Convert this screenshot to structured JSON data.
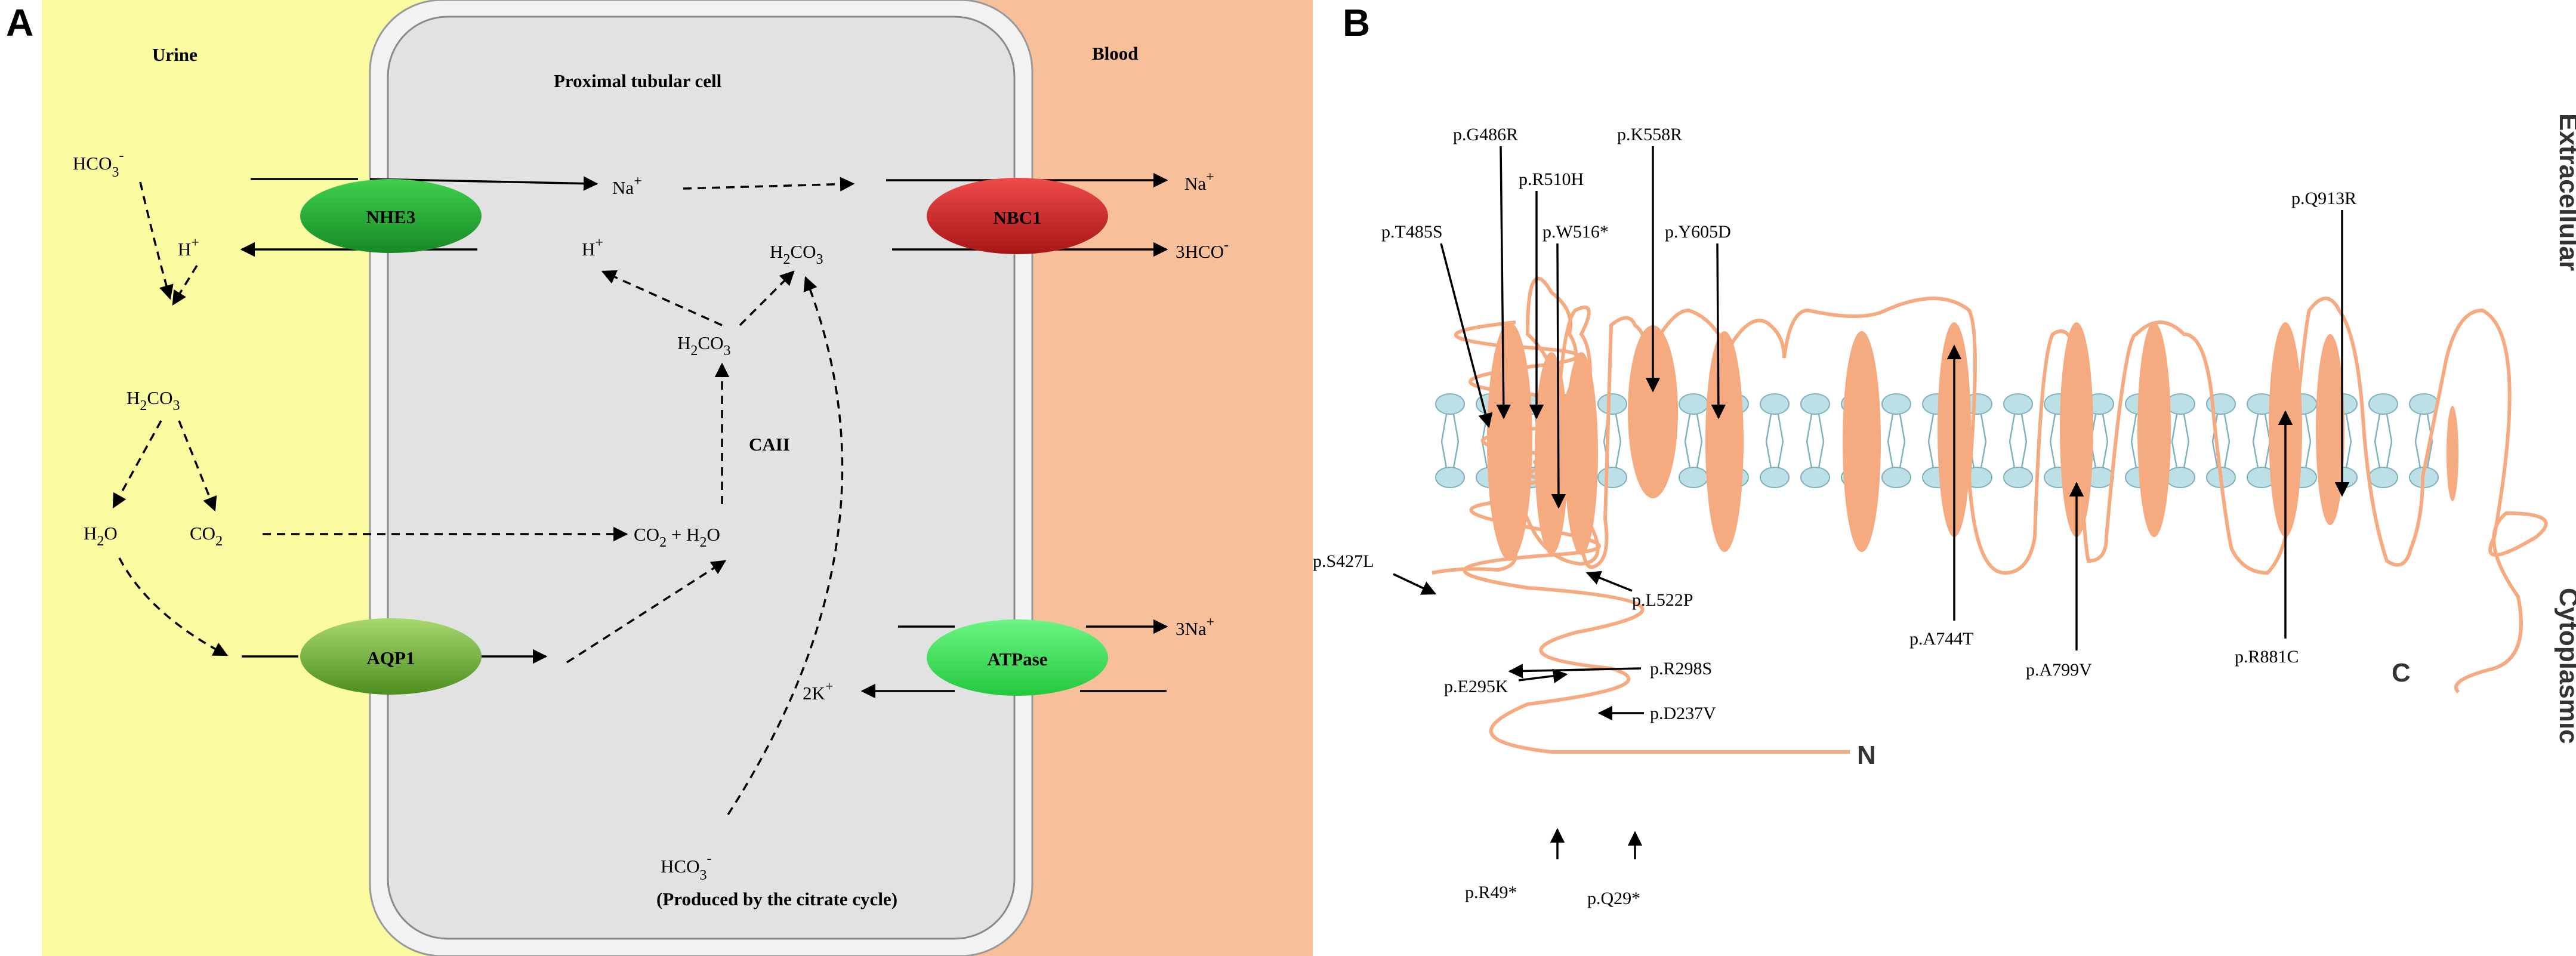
{
  "panelA": {
    "letter": "A",
    "regions": {
      "urine": "Urine",
      "cell": "Proximal tubular cell",
      "blood": "Blood"
    },
    "transporters": {
      "nhe3": "NHE3",
      "nbc1": "NBC1",
      "aqp1": "AQP1",
      "atpase": "ATPase"
    },
    "molecules": {
      "hco3_urine": "HCO",
      "h_urine": "H",
      "h2co3_urine": "H",
      "h2o_urine": "H",
      "co2_urine": "CO",
      "na_cell": "Na",
      "h_cell": "H",
      "h2co3_top": "H",
      "h2co3_mid": "H",
      "co2_h2o": "CO",
      "na_blood": "Na",
      "hco3_blood": "3HCO",
      "na3_blood": "3Na",
      "k2_blood": "2K",
      "hco3_bottom": "HCO",
      "produced_note": "(Produced by the citrate cycle)",
      "caii": "CAII"
    }
  },
  "panelB": {
    "letter": "B",
    "extracellular": "Extracellular",
    "cytoplasmic": "Cytoplasmic",
    "terminus_n": "N",
    "terminus_c": "C",
    "mutations": {
      "g486r": "p.G486R",
      "k558r": "p.K558R",
      "r510h": "p.R510H",
      "t485s": "p.T485S",
      "w516": "p.W516*",
      "y605d": "p.Y605D",
      "q913r": "p.Q913R",
      "s427l": "p.S427L",
      "l522p": "p.L522P",
      "a744t": "p.A744T",
      "a799v": "p.A799V",
      "r881c": "p.R881C",
      "r298s": "p.R298S",
      "e295k": "p.E295K",
      "d237v": "p.D237V",
      "r49": "p.R49*",
      "q29": "p.Q29*"
    }
  },
  "colors": {
    "urine_bg": "#fafaa0",
    "blood_bg": "#f7c09a",
    "cell_bg": "#e2e2e2",
    "nhe3": "#26a336",
    "nbc1": "#d42a2a",
    "aqp1": "#7fbf3a",
    "atpase": "#3ee65a",
    "protein": "#f5aa80",
    "membrane": "#bde0e6"
  }
}
